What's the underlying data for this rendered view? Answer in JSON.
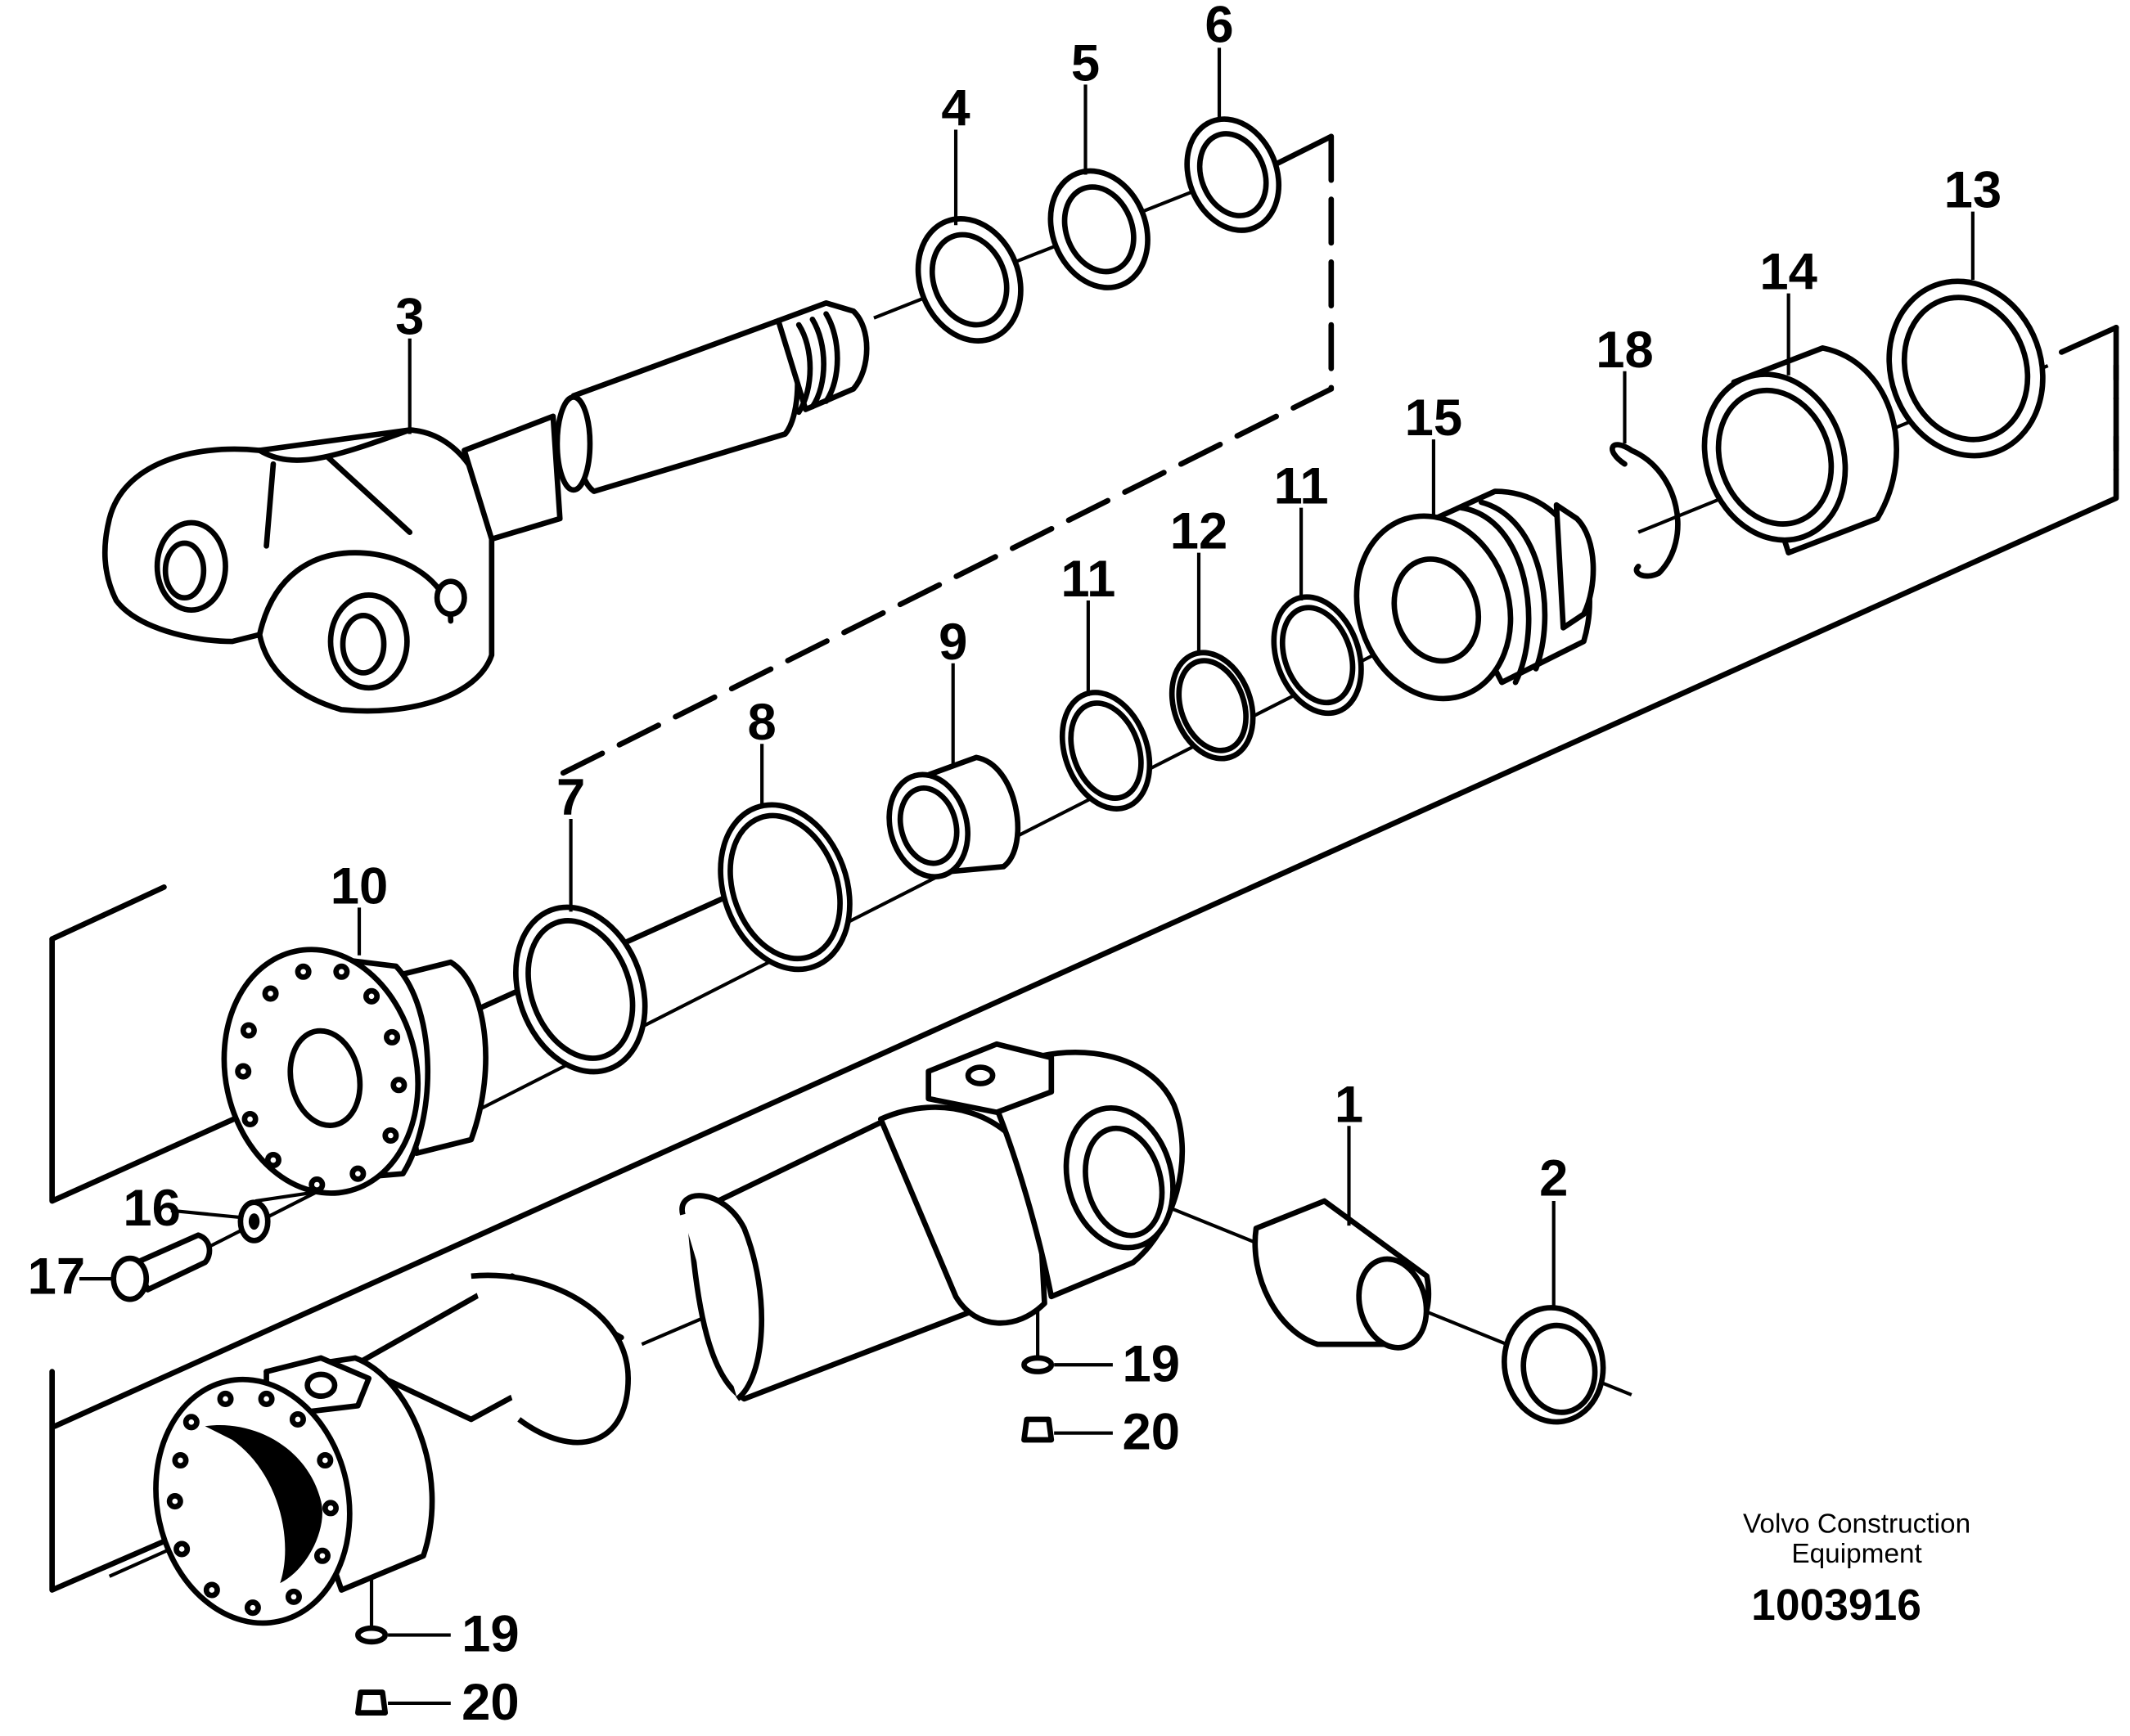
{
  "parts": [
    {
      "n": "1"
    },
    {
      "n": "2"
    },
    {
      "n": "3"
    },
    {
      "n": "4"
    },
    {
      "n": "5"
    },
    {
      "n": "6"
    },
    {
      "n": "7"
    },
    {
      "n": "8"
    },
    {
      "n": "9"
    },
    {
      "n": "10"
    },
    {
      "n": "11"
    },
    {
      "n": "11"
    },
    {
      "n": "12"
    },
    {
      "n": "13"
    },
    {
      "n": "14"
    },
    {
      "n": "15"
    },
    {
      "n": "16"
    },
    {
      "n": "17"
    },
    {
      "n": "18"
    },
    {
      "n": "19"
    },
    {
      "n": "19"
    },
    {
      "n": "20"
    },
    {
      "n": "20"
    }
  ],
  "caption": {
    "line1": "Volvo Construction",
    "line2": "Equipment",
    "code": "1003916"
  }
}
